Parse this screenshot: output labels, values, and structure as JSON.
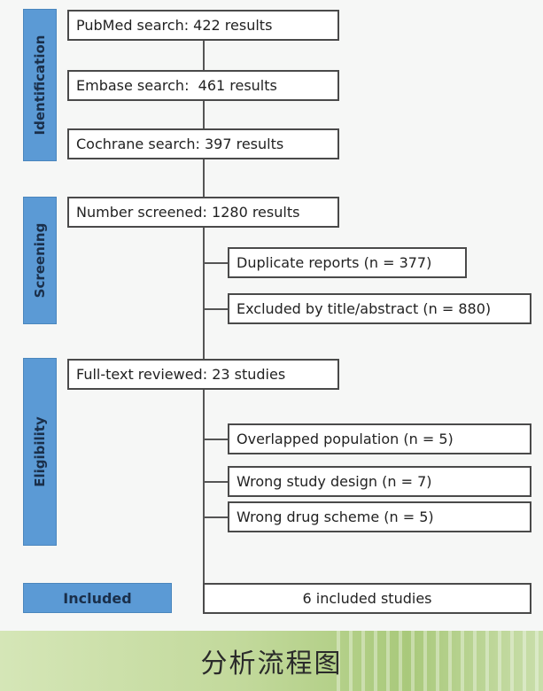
{
  "stages": {
    "identification": "Identification",
    "screening": "Screening",
    "eligibility": "Eligibility",
    "included": "Included"
  },
  "identification": {
    "pubmed": "PubMed search: 422 results",
    "embase": "Embase search:  461 results",
    "cochrane": "Cochrane search: 397 results"
  },
  "screening": {
    "screened": "Number screened: 1280 results",
    "exclusions": [
      "Duplicate reports (n = 377)",
      "Excluded by title/abstract (n = 880)"
    ]
  },
  "eligibility": {
    "reviewed": "Full-text reviewed: 23 studies",
    "exclusions": [
      "Overlapped population (n = 5)",
      "Wrong study design (n = 7)",
      "Wrong drug scheme (n = 5)"
    ]
  },
  "included": {
    "result": "6 included studies"
  },
  "footer": {
    "title": "分析流程图"
  }
}
